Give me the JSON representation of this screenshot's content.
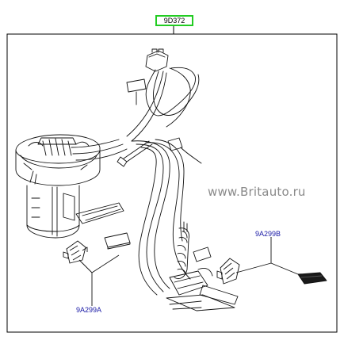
{
  "callouts": {
    "top": "9D372",
    "left": "9A299A",
    "right": "9A299B"
  },
  "watermark": "www.Britauto.ru",
  "colors": {
    "frame": "#000000",
    "line": "#111111",
    "callout_text": "#1a1aa6",
    "highlight_box": "#22cc22",
    "watermark": "#8a8a8a"
  },
  "icons": {
    "main_part": "fuel-pump-assembly-illustration",
    "sensor_left": "fuel-level-sensor-illustration",
    "sensor_right": "fuel-level-sensor-illustration"
  }
}
